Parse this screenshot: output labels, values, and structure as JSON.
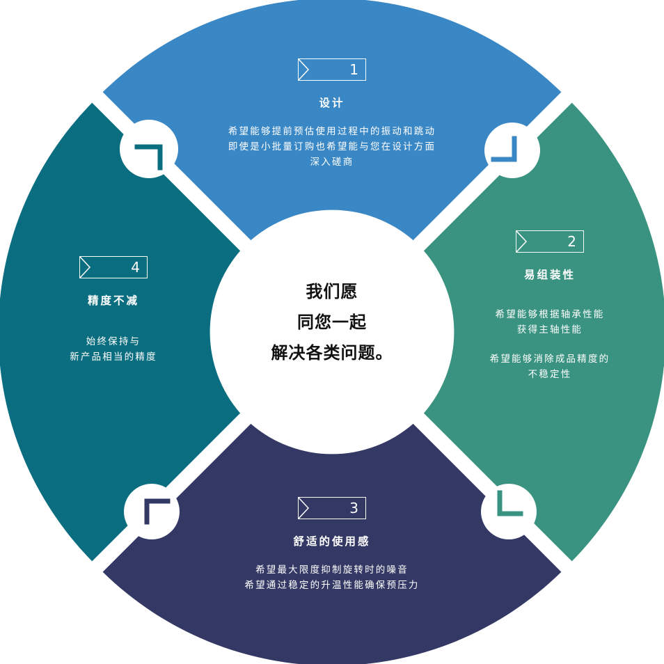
{
  "center": {
    "lines": [
      "我们愿",
      "同您一起",
      "解决各类问题。"
    ]
  },
  "colors": {
    "design": "#3a87c5",
    "assembly": "#3a9381",
    "comfort": "#333864",
    "precision": "#0b6e80"
  },
  "quadrants": {
    "design": {
      "number": "1",
      "title": "设计",
      "lines": [
        "希望能够提前预估使用过程中的振动和跳动",
        "即使是小批量订购也希望能与您在设计方面",
        "深入磋商"
      ]
    },
    "assembly": {
      "number": "2",
      "title": "易组装性",
      "lines": [
        "希望能够根据轴承性能",
        "获得主轴性能",
        "",
        "希望能够消除成品精度的",
        "不稳定性"
      ]
    },
    "comfort": {
      "number": "3",
      "title": "舒适的使用感",
      "lines": [
        "希望最大限度抑制旋转时的噪音",
        "希望通过稳定的升温性能确保预压力"
      ]
    },
    "precision": {
      "number": "4",
      "title": "精度不减",
      "lines": [
        "始终保持与",
        "新产品相当的精度"
      ]
    }
  },
  "connectors": [
    "corner-arrow-icon",
    "corner-arrow-icon",
    "corner-arrow-icon",
    "corner-arrow-icon"
  ]
}
